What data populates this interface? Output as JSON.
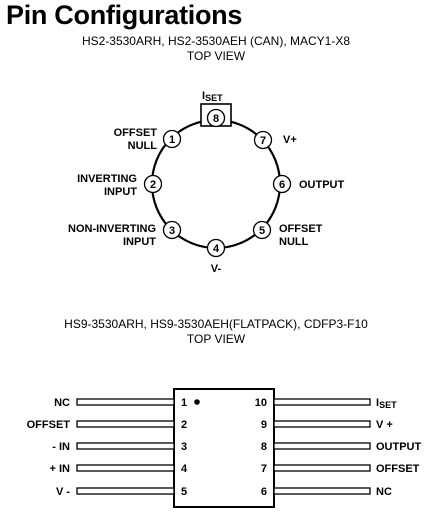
{
  "title": "Pin Configurations",
  "can": {
    "part_numbers": "HS2-3530ARH, HS2-3530AEH (CAN), MACY1-X8",
    "view": "TOP VIEW",
    "pins": [
      {
        "num": "1",
        "label_lines": [
          "OFFSET",
          "NULL"
        ]
      },
      {
        "num": "2",
        "label_lines": [
          "INVERTING",
          "INPUT"
        ]
      },
      {
        "num": "3",
        "label_lines": [
          "NON-INVERTING",
          "INPUT"
        ]
      },
      {
        "num": "4",
        "label_lines": [
          "V-"
        ]
      },
      {
        "num": "5",
        "label_lines": [
          "OFFSET",
          "NULL"
        ]
      },
      {
        "num": "6",
        "label_lines": [
          "OUTPUT"
        ]
      },
      {
        "num": "7",
        "label_lines": [
          "V+"
        ]
      },
      {
        "num": "8",
        "label_main": "I",
        "label_sub": "SET"
      }
    ]
  },
  "flatpack": {
    "part_numbers": "HS9-3530ARH, HS9-3530AEH(FLATPACK), CDFP3-F10",
    "view": "TOP VIEW",
    "left_pins": [
      {
        "num": "1",
        "label": "NC"
      },
      {
        "num": "2",
        "label": "OFFSET"
      },
      {
        "num": "3",
        "label": "- IN"
      },
      {
        "num": "4",
        "label": "+ IN"
      },
      {
        "num": "5",
        "label": "V -"
      }
    ],
    "right_pins": [
      {
        "num": "10",
        "label_main": "I",
        "label_sub": "SET"
      },
      {
        "num": "9",
        "label": "V +"
      },
      {
        "num": "8",
        "label": "OUTPUT"
      },
      {
        "num": "7",
        "label": "OFFSET"
      },
      {
        "num": "6",
        "label": "NC"
      }
    ]
  }
}
